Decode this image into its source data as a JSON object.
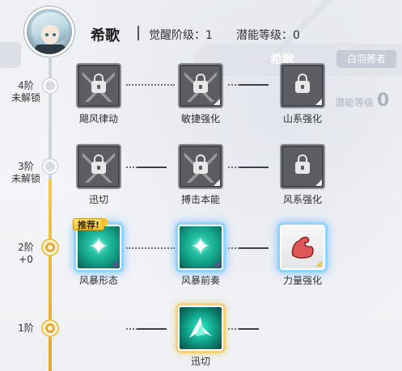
{
  "header": {
    "character_name": "希歌",
    "awakening": "觉醒阶级：1",
    "potential": "潜能等级：0"
  },
  "background": {
    "ghost_name": "希歌",
    "ghost_tag": "白羽莠者",
    "ghost_level_label": "潜能等级",
    "ghost_level_value": "0"
  },
  "tiers": [
    {
      "label_line1": "4阶",
      "label_line2": "未解锁",
      "state": "locked"
    },
    {
      "label_line1": "3阶",
      "label_line2": "未解锁",
      "state": "locked"
    },
    {
      "label_line1": "2阶",
      "label_line2": "+0",
      "state": "unlocked"
    },
    {
      "label_line1": "1阶",
      "label_line2": "",
      "state": "unlocked"
    }
  ],
  "skills": {
    "tier4": [
      {
        "name": "飓风律动",
        "state": "locked",
        "icon": "wing-icon"
      },
      {
        "name": "敏捷强化",
        "state": "locked",
        "icon": "lock-icon"
      },
      {
        "name": "山系强化",
        "state": "locked",
        "icon": "lock-icon"
      }
    ],
    "tier3": [
      {
        "name": "迅切",
        "state": "locked",
        "icon": "wing-icon"
      },
      {
        "name": "搏击本能",
        "state": "locked",
        "icon": "lock-icon"
      },
      {
        "name": "风系强化",
        "state": "locked",
        "icon": "lock-icon"
      }
    ],
    "tier2": [
      {
        "name": "风暴形态",
        "state": "unlocked",
        "icon": "sparkle-icon",
        "badge": "推荐!"
      },
      {
        "name": "风暴前奏",
        "state": "unlocked",
        "icon": "sparkle-icon"
      },
      {
        "name": "力量强化",
        "state": "unlocked",
        "icon": "flex-arm-icon"
      }
    ],
    "tier1": [
      {
        "name": "迅切",
        "state": "selected",
        "icon": "slash-icon"
      }
    ]
  },
  "colors": {
    "gold_track": "#e5a93a",
    "teal_skill": "#13a48a",
    "blue_glow": "#8fd4ff",
    "locked_tile": "#5b5d63"
  }
}
